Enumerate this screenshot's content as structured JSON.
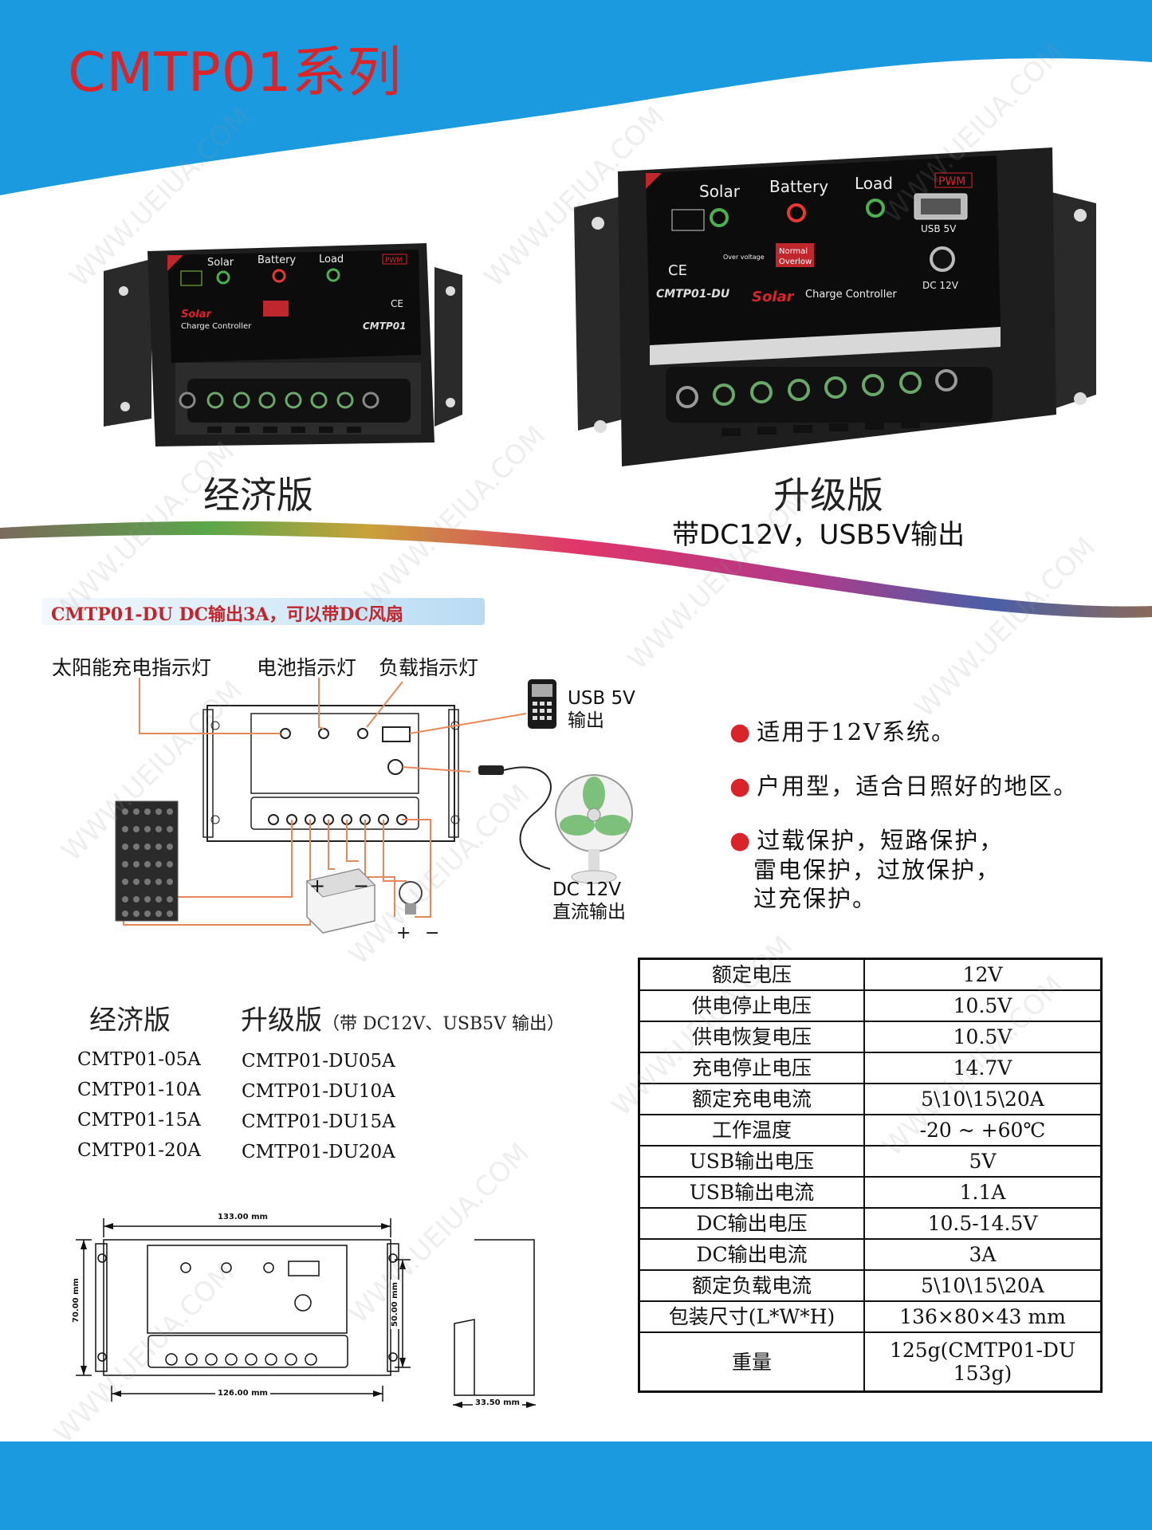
{
  "header": {
    "title": "CMTP01系列"
  },
  "products": {
    "economy_label": "经济版",
    "upgrade_label": "升级版",
    "upgrade_sub": "带DC12V，USB5V输出"
  },
  "device_panel": {
    "solar": "Solar",
    "battery": "Battery",
    "load": "Load",
    "pwm": "PWM",
    "usb": "USB 5V",
    "dc": "DC 12V",
    "over_voltage": "Over voltage",
    "normal": "Normal",
    "overlow": "Overlow",
    "brand": "Solar",
    "controller": "Charge Controller",
    "ce": "CE",
    "model_economy": "CMTP01",
    "model_upgrade": "CMTP01-DU"
  },
  "section": {
    "title": "CMTP01-DU DC输出3A，可以带DC风扇"
  },
  "diagram": {
    "solar_led": "太阳能充电指示灯",
    "battery_led": "电池指示灯",
    "load_led": "负载指示灯",
    "usb_label_1": "USB 5V",
    "usb_label_2": "输出",
    "dc_label_1": "DC 12V",
    "dc_label_2": "直流输出",
    "plus": "+",
    "minus": "−"
  },
  "features": [
    "适用于12V系统。",
    "户用型，适合日照好的地区。",
    "过载保护，短路保护，",
    "雷电保护，过放保护，",
    "过充保护。"
  ],
  "models": {
    "economy_head": "经济版",
    "upgrade_head": "升级版",
    "upgrade_note": "（带 DC12V、USB5V 输出）",
    "economy": [
      "CMTP01-05A",
      "CMTP01-10A",
      "CMTP01-15A",
      "CMTP01-20A"
    ],
    "upgrade": [
      "CMTP01-DU05A",
      "CMTP01-DU10A",
      "CMTP01-DU15A",
      "CMTP01-DU20A"
    ]
  },
  "dimensions": {
    "width_top": "133.00 mm",
    "width_bottom": "126.00 mm",
    "height_left": "70.00 mm",
    "height_right": "50.00 mm",
    "depth": "33.50 mm"
  },
  "specs": [
    {
      "k": "额定电压",
      "v": "12V"
    },
    {
      "k": "供电停止电压",
      "v": "10.5V"
    },
    {
      "k": "供电恢复电压",
      "v": "10.5V"
    },
    {
      "k": "充电停止电压",
      "v": "14.7V"
    },
    {
      "k": "额定充电电流",
      "v": "5\\10\\15\\20A"
    },
    {
      "k": "工作温度",
      "v": "-20 ~ +60℃"
    },
    {
      "k": "USB输出电压",
      "v": "5V"
    },
    {
      "k": "USB输出电流",
      "v": "1.1A"
    },
    {
      "k": "DC输出电压",
      "v": "10.5-14.5V"
    },
    {
      "k": "DC输出电流",
      "v": "3A"
    },
    {
      "k": "额定负载电流",
      "v": "5\\10\\15\\20A"
    },
    {
      "k": "包装尺寸(L*W*H)",
      "v": "136×80×43 mm"
    },
    {
      "k": "重量",
      "v": "125g(CMTP01-DU 153g)"
    }
  ],
  "watermark": "WWW.UEIUA.COM",
  "colors": {
    "accent_red": "#d9242a",
    "banner_blue": "#1b9ae0",
    "wire_orange": "#e8875a"
  }
}
